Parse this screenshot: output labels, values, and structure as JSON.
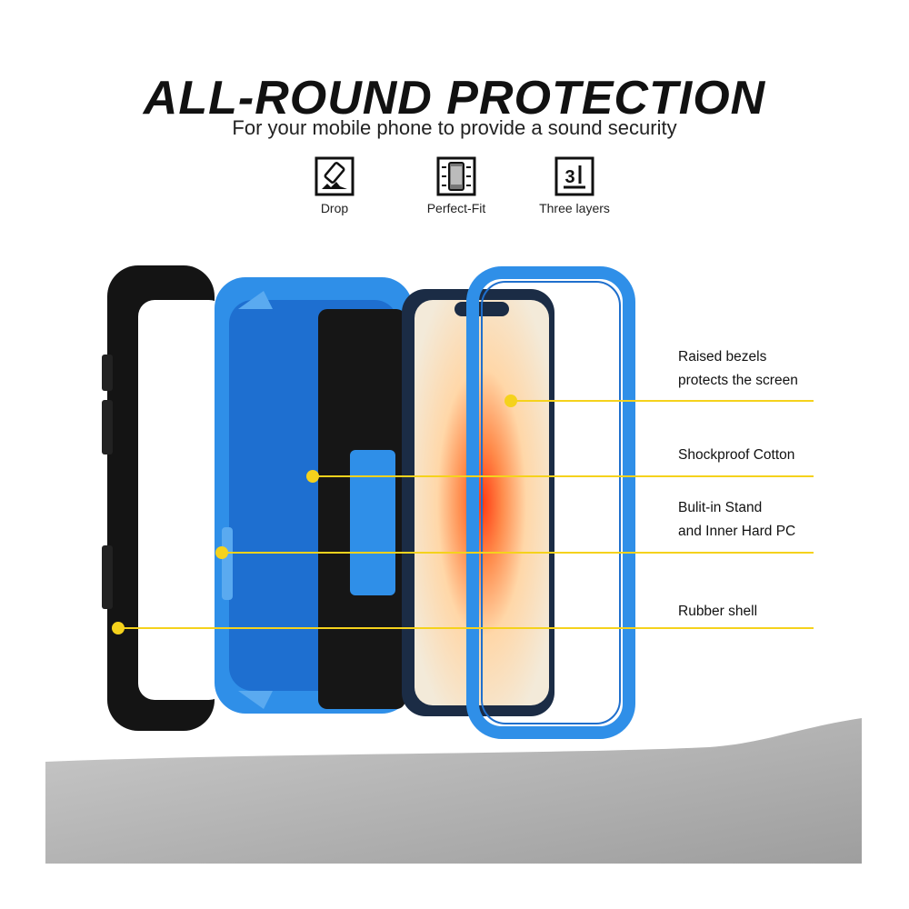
{
  "header": {
    "title": "ALL-ROUND PROTECTION",
    "subtitle": "For your mobile phone to provide a sound security"
  },
  "features": [
    {
      "icon": "drop-icon",
      "label": "Drop"
    },
    {
      "icon": "perfect-fit-icon",
      "label": "Perfect-Fit"
    },
    {
      "icon": "three-layers-icon",
      "label": "Three layers",
      "glyph": "3"
    }
  ],
  "callouts": [
    {
      "lines": [
        "Raised bezels",
        "protects the screen"
      ]
    },
    {
      "lines": [
        "Shockproof Cotton"
      ]
    },
    {
      "lines": [
        "Bulit-in Stand",
        "and Inner Hard PC"
      ]
    },
    {
      "lines": [
        "Rubber shell"
      ]
    }
  ],
  "colors": {
    "accent_yellow": "#f5d21c",
    "case_blue": "#2f8fe8",
    "rubber_black": "#141414",
    "floor_gray": "#a9a9a9"
  }
}
